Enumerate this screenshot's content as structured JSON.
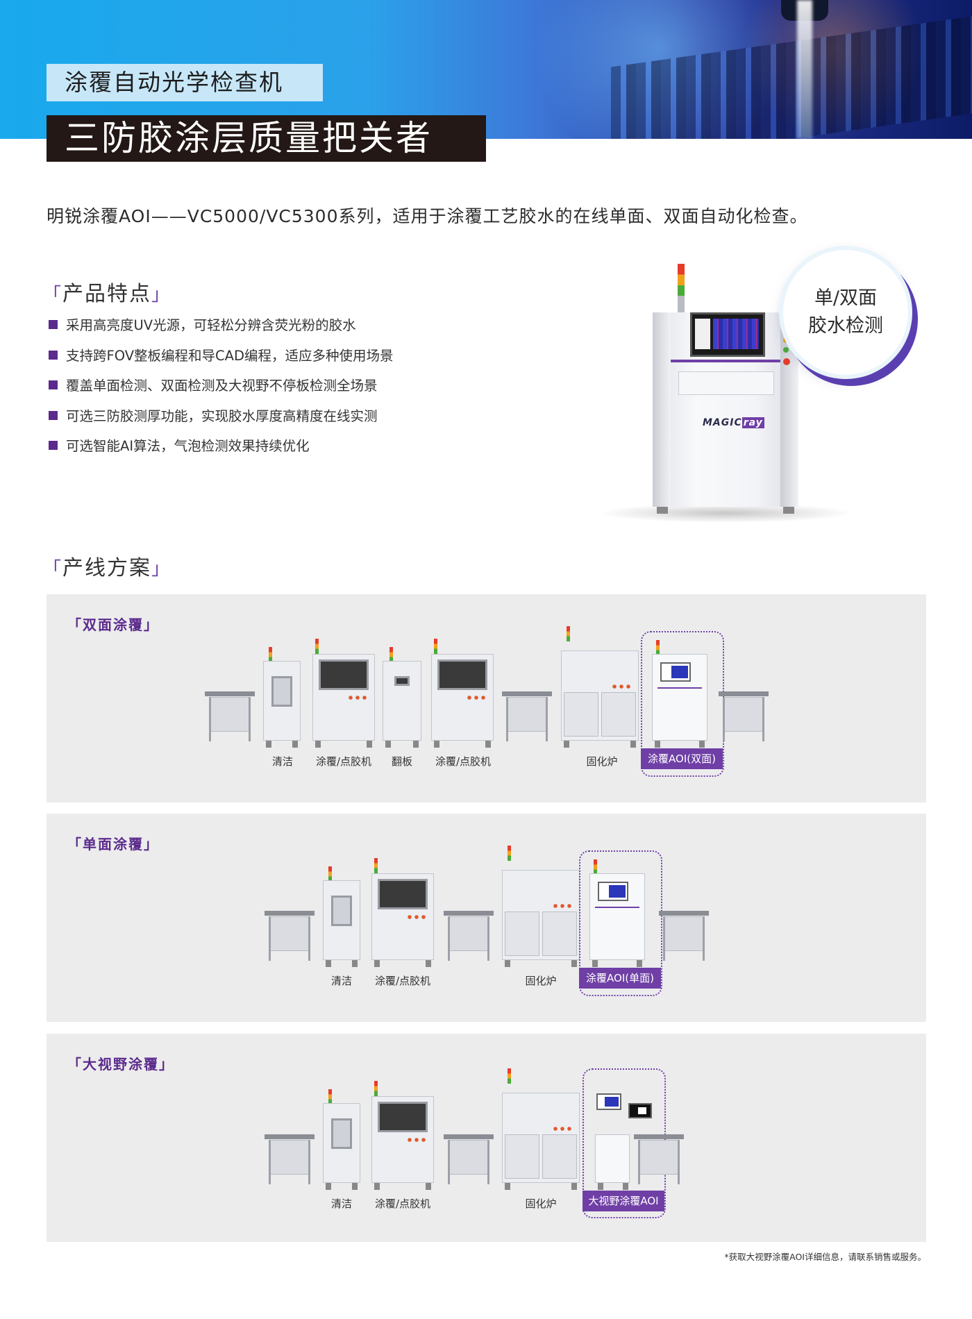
{
  "header": {
    "subtitle": "涂覆自动光学检查机",
    "title": "三防胶涂层质量把关者"
  },
  "intro": "明锐涂覆AOI——VC5000/VC5300系列，适用于涂覆工艺胶水的在线单面、双面自动化检查。",
  "features": {
    "heading": "产品特点",
    "bracket_open": "「",
    "bracket_close": "」",
    "items": [
      "采用高亮度UV光源，可轻松分辨含荧光粉的胶水",
      "支持跨FOV整板编程和导CAD编程，适应多种使用场景",
      "覆盖单面检测、双面检测及大视野不停板检测全场景",
      "可选三防胶测厚功能，实现胶水厚度高精度在线实测",
      "可选智能AI算法，气泡检测效果持续优化"
    ]
  },
  "product": {
    "badge_line1": "单/双面",
    "badge_line2": "胶水检测",
    "logo_main": "MAGIC",
    "logo_tail": "ray"
  },
  "lines": {
    "heading": "产线方案",
    "double": {
      "title": "「双面涂覆」",
      "labels": [
        "清洁",
        "涂覆/点胶机",
        "翻板",
        "涂覆/点胶机",
        "固化炉"
      ],
      "highlight": "涂覆AOI(双面)"
    },
    "single": {
      "title": "「单面涂覆」",
      "labels": [
        "清洁",
        "涂覆/点胶机",
        "固化炉"
      ],
      "highlight": "涂覆AOI(单面)"
    },
    "wide": {
      "title": "「大视野涂覆」",
      "labels": [
        "清洁",
        "涂覆/点胶机",
        "固化炉"
      ],
      "highlight": "大视野涂覆AOI"
    }
  },
  "footnote": "*获取大视野涂覆AOI详细信息，请联系销售或服务。",
  "colors": {
    "accent_purple": "#6f3fa6",
    "title_bg": "#231815",
    "subtitle_bg": "#c7e7f8",
    "panel_bg": "#ececed"
  }
}
